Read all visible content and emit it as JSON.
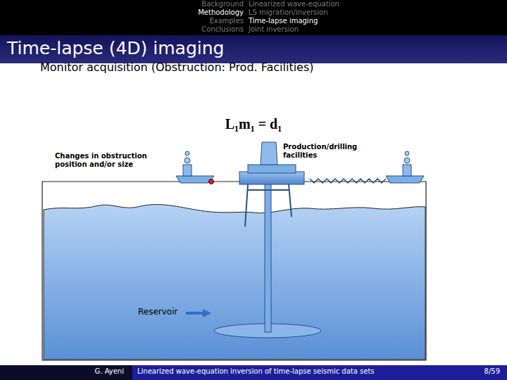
{
  "diagram": {
    "title": "Time-lapse (4D) imaging",
    "labels": [
      "Background",
      "Methodology",
      "Examples",
      "Conclusions",
      "Linearized wave-equation",
      "LS migration/inversion",
      "Time-lapse imaging",
      "Joint inversion",
      "Monitor acquisition (Obstruction: Prod. Facilities)",
      "L₁m₁ = d₁",
      "Changes in obstruction position and/or size",
      "Production/drilling facilities",
      "Reservoir",
      "G. Ayeni",
      "Linearized wave-equation inversion of time-lapse seismic data sets",
      "8/59"
    ]
  }
}
